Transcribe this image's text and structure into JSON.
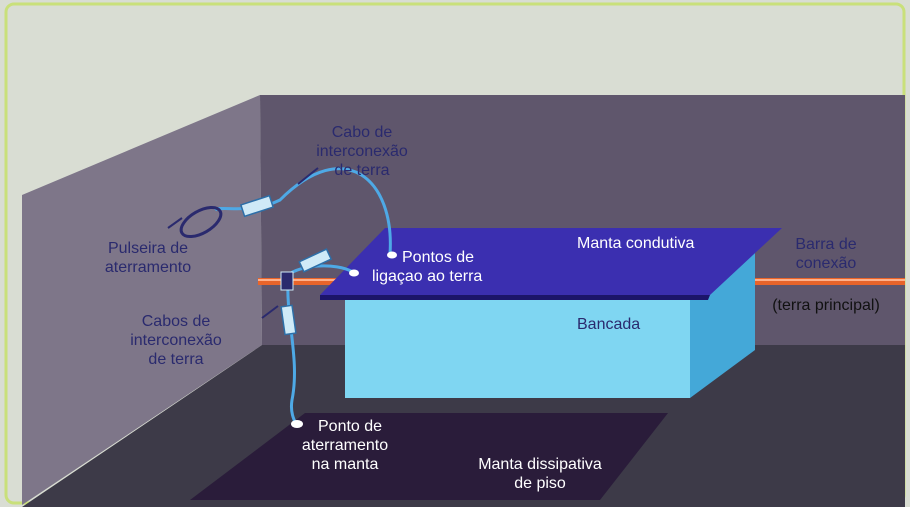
{
  "labels": {
    "cable_top": [
      "Cabo de",
      "interconexão",
      "de terra"
    ],
    "wrist_strap": [
      "Pulseira de",
      "aterramento"
    ],
    "cables_left": [
      "Cabos de",
      "interconexão",
      "de terra"
    ],
    "ground_points": [
      "Pontos de",
      "ligaçao ao terra"
    ],
    "conductive_mat": "Manta condutiva",
    "bench": "Bancada",
    "bus_bar": [
      "Barra de",
      "conexão"
    ],
    "main_ground": "(terra principal)",
    "mat_ground_point": [
      "Ponto de",
      "aterramento",
      "na manta"
    ],
    "floor_mat": [
      "Manta dissipativa",
      "de piso"
    ]
  },
  "colors": {
    "page_bg": "#cfd6c7",
    "panel_bg": "#d9ddd3",
    "frame_border": "#c9e07a",
    "wall_back": "#5f566c",
    "wall_left": "#7e7689",
    "floor": "#3d3a48",
    "bench_front": "#7fd6f2",
    "bench_side": "#44a8d8",
    "conductive_mat": "#3b2fb0",
    "floor_mat": "#2a1c3a",
    "bus_bar": "#e8642a",
    "cable": "#4ea9e6",
    "text_blue": "#2a2a6e"
  }
}
